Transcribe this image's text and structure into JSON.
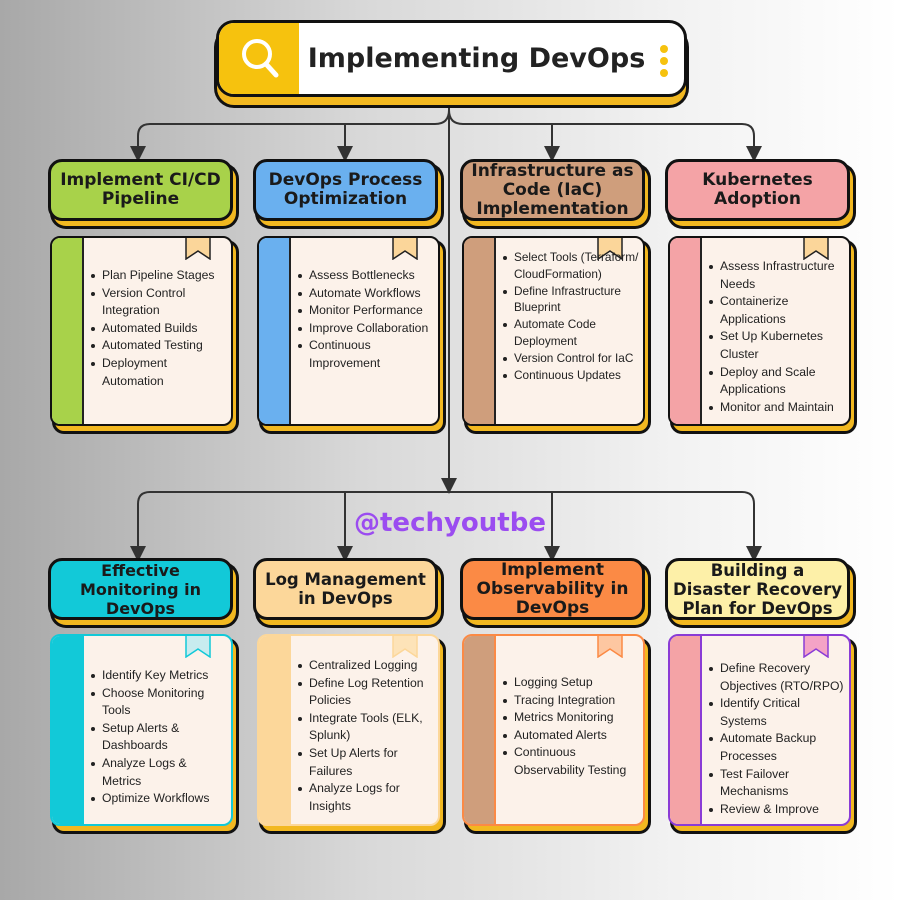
{
  "title": "Implementing DevOps",
  "watermark": "@techyoutbe",
  "colors": {
    "accent_yellow": "#f6c20e",
    "shadow_yellow": "#f2b820",
    "watermark_purple": "#9b4cf0"
  },
  "icons": {
    "title_icon": "search-icon",
    "menu_icon": "kebab-dots-icon",
    "card_icon": "bookmark-icon"
  },
  "sections": [
    {
      "title": "Implement CI/CD Pipeline",
      "color": "#a8d24a",
      "items": [
        "Plan Pipeline Stages",
        "Version Control Integration",
        "Automated Builds",
        "Automated Testing",
        "Deployment Automation"
      ]
    },
    {
      "title": "DevOps Process Optimization",
      "color": "#6ab0ef",
      "items": [
        "Assess Bottlenecks",
        "Automate Workflows",
        "Monitor Performance",
        "Improve Collaboration",
        "Continuous Improvement"
      ]
    },
    {
      "title": "Infrastructure as Code (IaC) Implementation",
      "color": "#cf9e7c",
      "items": [
        "Select Tools (Terraform/CloudFormation)",
        "Define Infrastructure Blueprint",
        "Automate Code Deployment",
        "Version Control for IaC",
        "Continuous Updates"
      ]
    },
    {
      "title": "Kubernetes Adoption",
      "color": "#f4a3a6",
      "items": [
        "Assess Infrastructure Needs",
        "Containerize Applications",
        "Set Up Kubernetes Cluster",
        "Deploy and Scale Applications",
        "Monitor and Maintain"
      ]
    },
    {
      "title": "Effective Monitoring in DevOps",
      "color": "#12c9d8",
      "items": [
        "Identify Key Metrics",
        "Choose Monitoring Tools",
        "Setup Alerts & Dashboards",
        "Analyze Logs & Metrics",
        "Optimize Workflows"
      ]
    },
    {
      "title": "Log Management in DevOps",
      "color": "#fcd79a",
      "items": [
        "Centralized Logging",
        "Define Log Retention Policies",
        "Integrate Tools (ELK, Splunk)",
        "Set Up Alerts for Failures",
        "Analyze Logs for Insights"
      ]
    },
    {
      "title": "Implement Observability in DevOps",
      "color": "#fb8a45",
      "items": [
        "Logging Setup",
        "Tracing Integration",
        "Metrics Monitoring",
        "Automated Alerts",
        "Continuous Observability Testing"
      ]
    },
    {
      "title": "Building a Disaster Recovery Plan for DevOps",
      "color": "#fdf0a8",
      "items": [
        "Define Recovery Objectives (RTO/RPO)",
        "Identify Critical Systems",
        "Automate Backup Processes",
        "Test Failover Mechanisms",
        "Review & Improve"
      ]
    }
  ]
}
